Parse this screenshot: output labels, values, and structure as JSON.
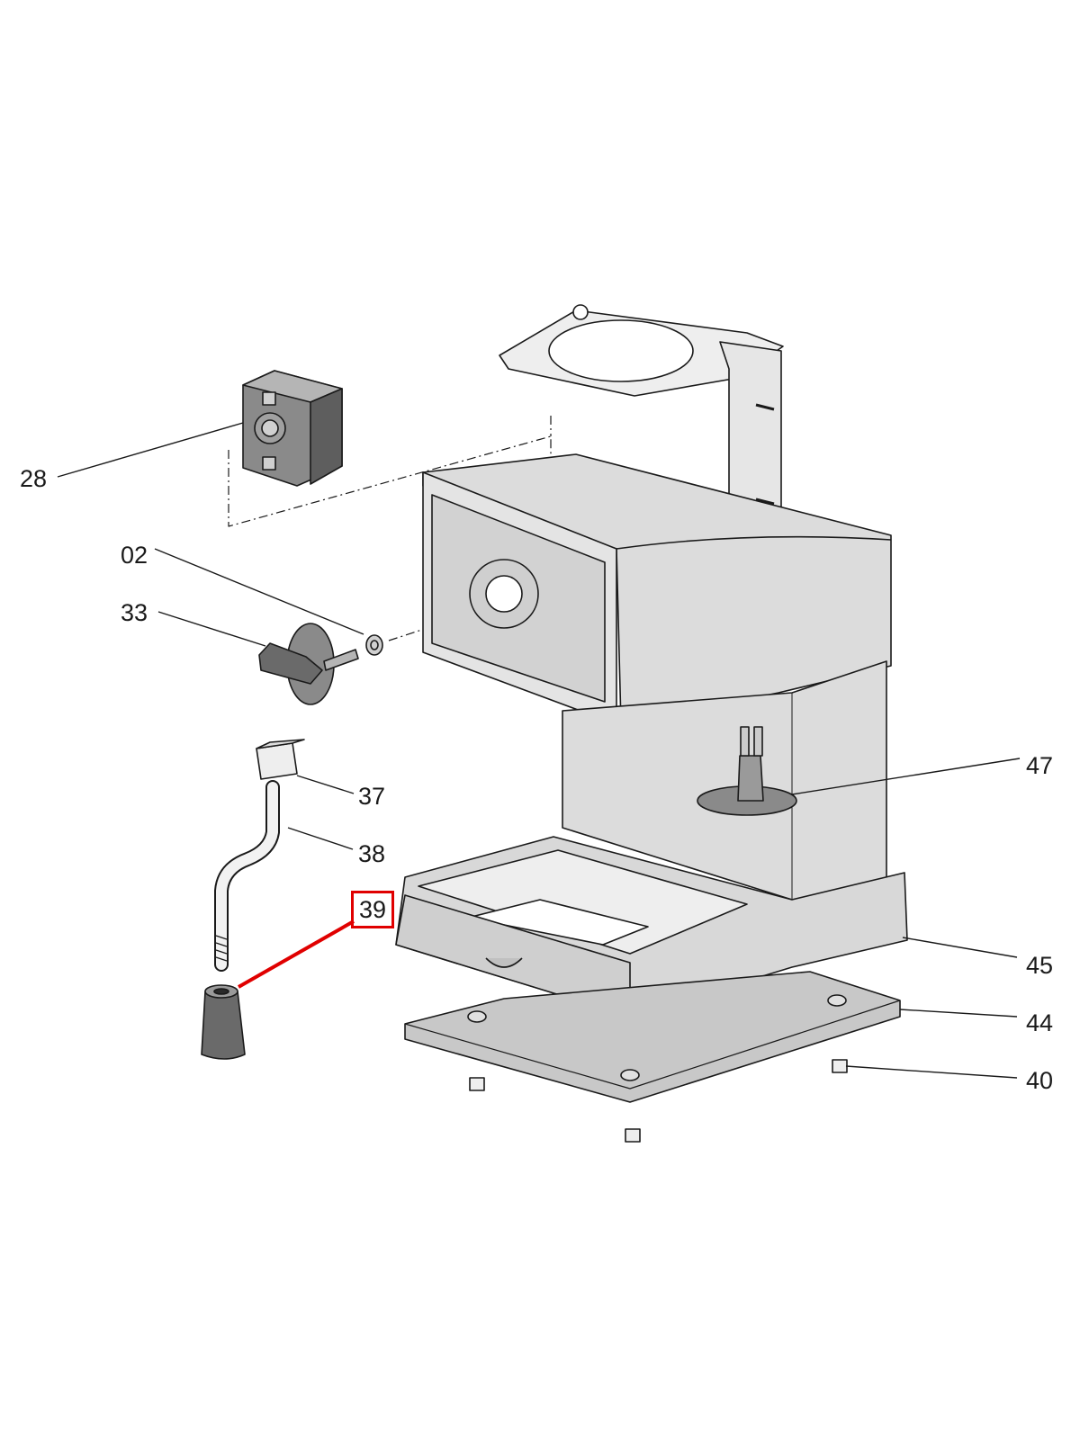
{
  "diagram": {
    "highlight_color": "#e00000",
    "part_fill": "#c8c8c8",
    "part_dark": "#6e6e6e",
    "outline_color": "#1a1a1a",
    "highlighted_part": "39",
    "callouts": {
      "p28": "28",
      "p02": "02",
      "p33": "33",
      "p37": "37",
      "p38": "38",
      "p39": "39",
      "p47": "47",
      "p45": "45",
      "p44": "44",
      "p40": "40"
    }
  }
}
